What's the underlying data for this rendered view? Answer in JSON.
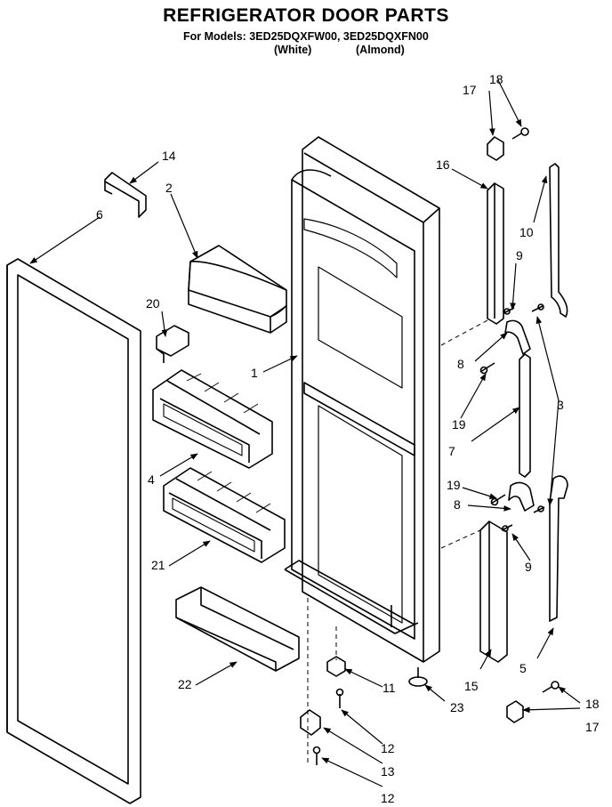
{
  "header": {
    "title": "REFRIGERATOR DOOR PARTS",
    "models_line": "For Models: 3ED25DQXFW00, 3ED25DQXFN00",
    "white": "(White)",
    "almond": "(Almond)"
  },
  "callouts": [
    "1",
    "2",
    "3",
    "4",
    "5",
    "6",
    "7",
    "8",
    "8",
    "9",
    "9",
    "10",
    "11",
    "12",
    "12",
    "13",
    "14",
    "15",
    "16",
    "17",
    "17",
    "18",
    "18",
    "19",
    "19",
    "20",
    "21",
    "22",
    "23"
  ],
  "colors": {
    "ink": "#000000",
    "paper": "#ffffff"
  }
}
